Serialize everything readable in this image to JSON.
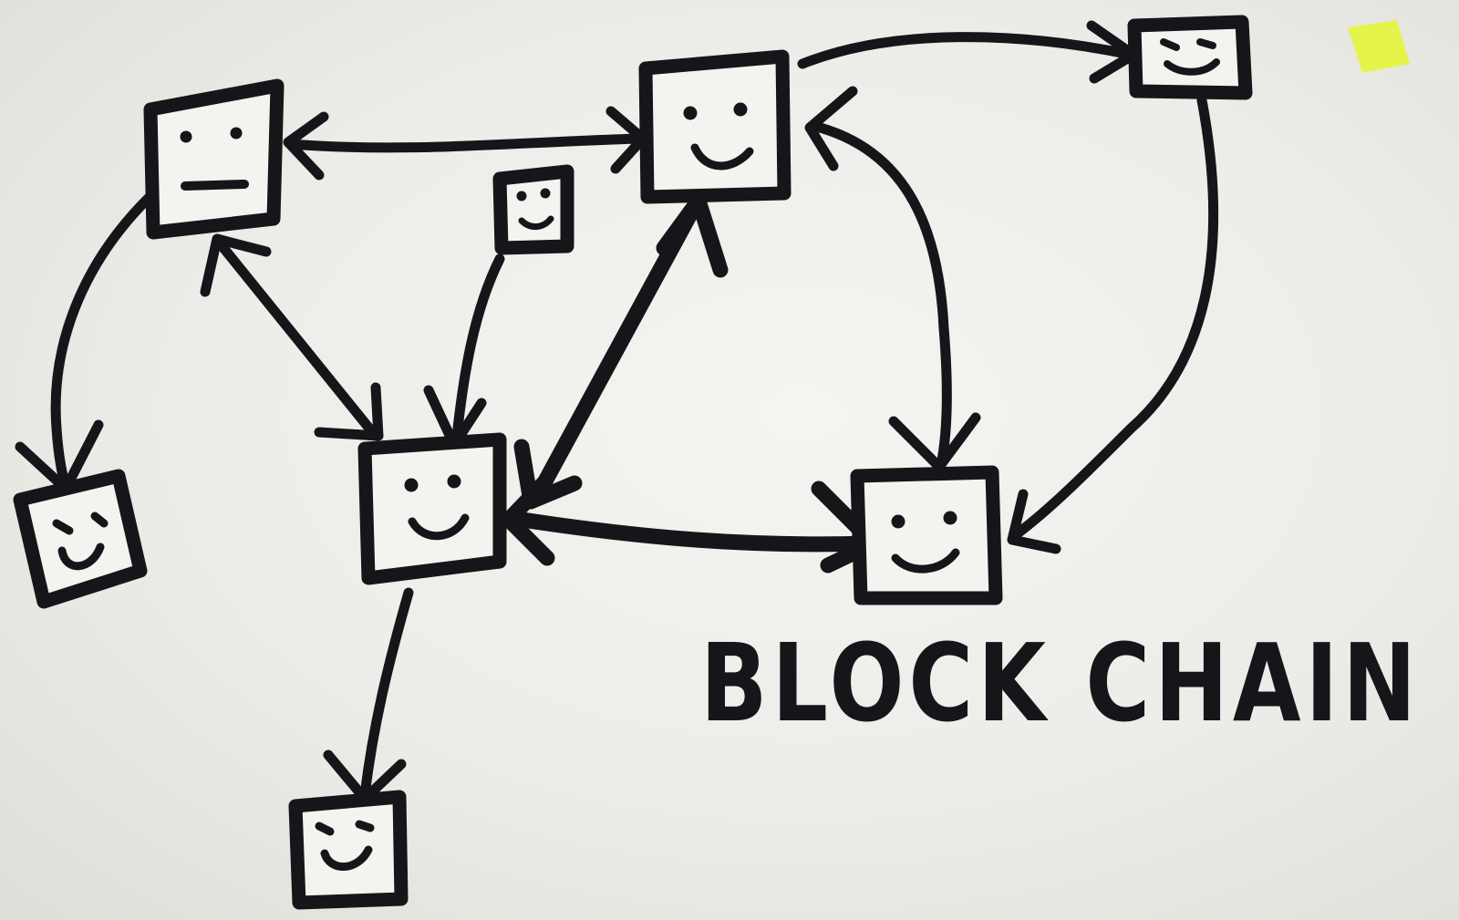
{
  "diagram": {
    "title": "BLOCK CHAIN",
    "colors": {
      "ink": "#16161a",
      "paper": "#ecece8",
      "highlighter": "#e4f53a"
    },
    "nodes": [
      {
        "id": "block-top-left",
        "expression": "neutral"
      },
      {
        "id": "block-top-center",
        "expression": "smile"
      },
      {
        "id": "block-top-right",
        "expression": "smile"
      },
      {
        "id": "block-small-center",
        "expression": "smile"
      },
      {
        "id": "block-center",
        "expression": "smile"
      },
      {
        "id": "block-left",
        "expression": "smile"
      },
      {
        "id": "block-right",
        "expression": "smile"
      },
      {
        "id": "block-bottom",
        "expression": "smile"
      }
    ],
    "edges": [
      {
        "from": "block-top-left",
        "to": "block-top-center",
        "arrows": "both"
      },
      {
        "from": "block-top-center",
        "to": "block-top-right",
        "arrows": "end"
      },
      {
        "from": "block-top-center",
        "to": "block-right",
        "arrows": "both"
      },
      {
        "from": "block-top-right",
        "to": "block-right",
        "arrows": "end"
      },
      {
        "from": "block-top-left",
        "to": "block-center",
        "arrows": "both"
      },
      {
        "from": "block-top-left",
        "to": "block-left",
        "arrows": "end"
      },
      {
        "from": "block-small-center",
        "to": "block-center",
        "arrows": "end"
      },
      {
        "from": "block-top-center",
        "to": "block-center",
        "arrows": "both"
      },
      {
        "from": "block-center",
        "to": "block-right",
        "arrows": "both"
      },
      {
        "from": "block-center",
        "to": "block-bottom",
        "arrows": "end"
      }
    ]
  }
}
